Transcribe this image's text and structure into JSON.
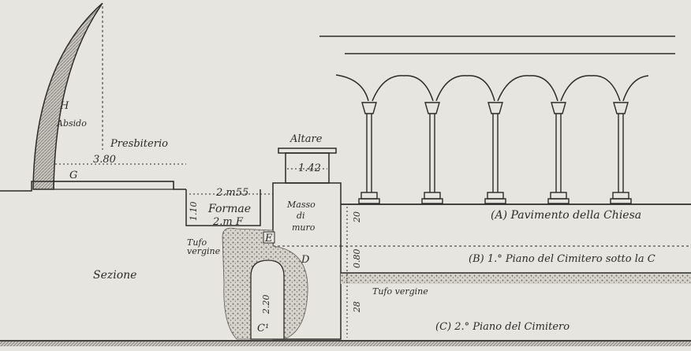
{
  "labels": {
    "h": "H",
    "absido": "Absido",
    "presbiterio": "Presbiterio",
    "dim_presbiterio": "3.80",
    "g": "G",
    "altare": "Altare",
    "dim_altare": "1.42",
    "dim_255": "2.m55",
    "formae": "Formae",
    "dim_formae": "2.m F",
    "dim_110": "1.10",
    "tufo_vergine_left": "Tufo vergine",
    "masso": "Masso",
    "di": "di",
    "muro": "muro",
    "e": "E",
    "d": "D",
    "sezione": "Sezione",
    "dim_220": "2.20",
    "c1": "C¹",
    "dim_20": "20",
    "dim_080": "0.80",
    "dim_28": "28",
    "pav_a": "(A)  Pavimento della Chiesa",
    "piano_b": "(B)  1.° Piano del Cimitero sotto la C",
    "tufo_vergine_right": "Tufo vergine",
    "piano_c": "(C)  2.° Piano del Cimitero"
  },
  "colors": {
    "paper": "#e6e5e0",
    "ink": "#2c2b28",
    "hatch": "#8a8984"
  }
}
